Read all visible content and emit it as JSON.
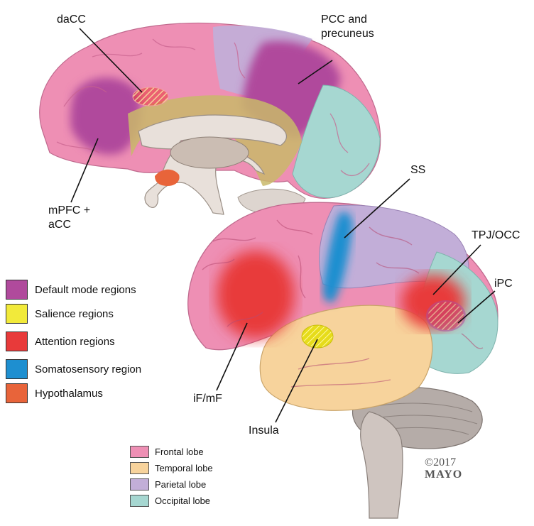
{
  "labels": {
    "dacc": "daCC",
    "pcc_line1": "PCC and",
    "pcc_line2": "precuneus",
    "mpfc_line1": "mPFC +",
    "mpfc_line2": "aCC",
    "ss": "SS",
    "tpj": "TPJ/OCC",
    "ipc": "iPC",
    "ifmf": "iF/mF",
    "insula": "Insula"
  },
  "legend_regions": [
    {
      "label": "Default mode regions",
      "color": "#b04a9c"
    },
    {
      "label": "Salience regions",
      "color": "#f2ea3a"
    },
    {
      "label": "Attention regions",
      "color": "#e83a3a"
    },
    {
      "label": "Somatosensory region",
      "color": "#1e8fd0"
    },
    {
      "label": "Hypothalamus",
      "color": "#e8643a"
    }
  ],
  "legend_lobes": [
    {
      "label": "Frontal lobe",
      "color": "#ee8fb4"
    },
    {
      "label": "Temporal lobe",
      "color": "#f7d39c"
    },
    {
      "label": "Parietal lobe",
      "color": "#c2aed8"
    },
    {
      "label": "Occipital lobe",
      "color": "#a6d7d1"
    }
  ],
  "copyright": {
    "line1": "©2017",
    "line2": "MAYO"
  }
}
